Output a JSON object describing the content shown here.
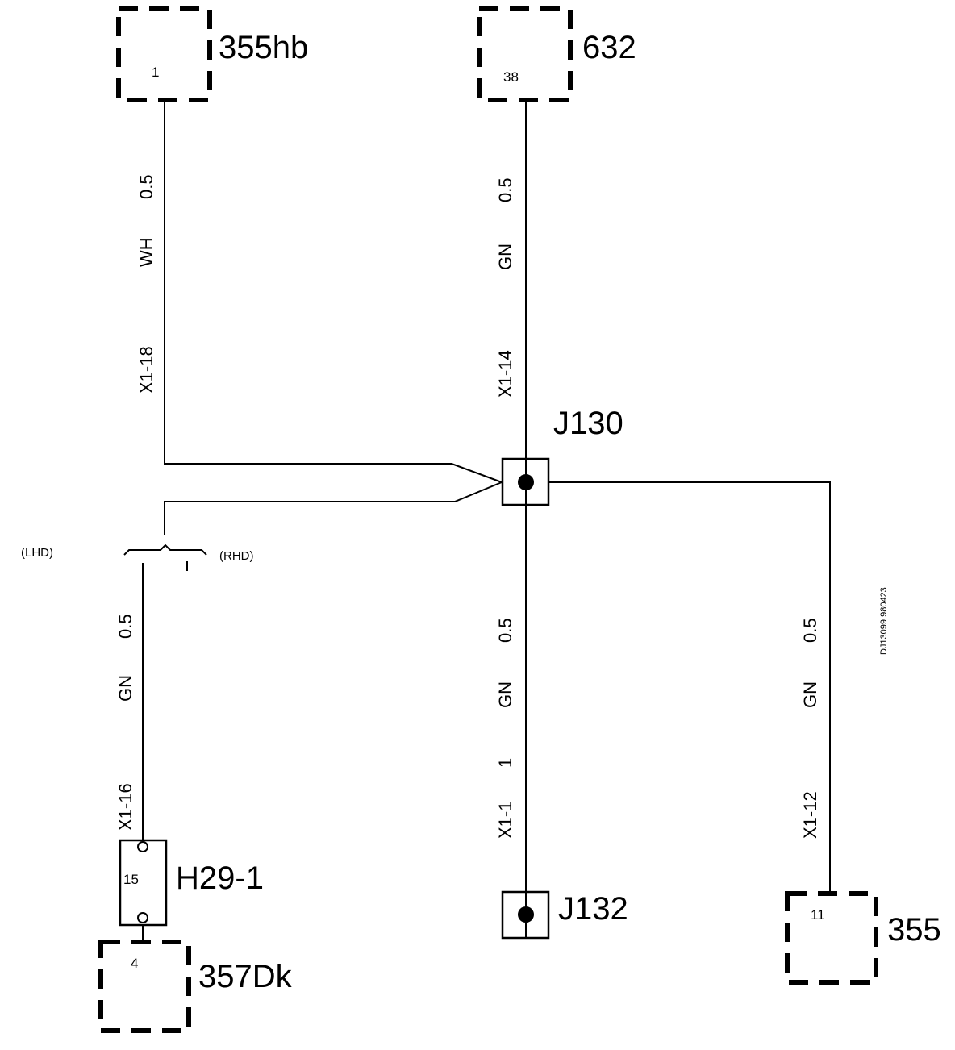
{
  "components": {
    "c355hb": {
      "name": "355hb",
      "pin": "1"
    },
    "c632": {
      "name": "632",
      "pin": "38"
    },
    "c355": {
      "name": "355",
      "pin": "11"
    },
    "c357dk": {
      "name": "357Dk",
      "pin": "4"
    },
    "h29_1": {
      "name": "H29-1",
      "pin": "15"
    },
    "j130": {
      "name": "J130"
    },
    "j132": {
      "name": "J132"
    }
  },
  "wires": {
    "w_355hb": {
      "size": "0.5",
      "color": "WH",
      "connector": "X1-18"
    },
    "w_632": {
      "size": "0.5",
      "color": "GN",
      "connector": "X1-14"
    },
    "w_j132": {
      "size": "0.5",
      "color": "GN",
      "connector": "X1-1",
      "pin": "1"
    },
    "w_355": {
      "size": "0.5",
      "color": "GN",
      "connector": "X1-12"
    },
    "w_h29": {
      "size": "0.5",
      "color": "GN",
      "connector": "X1-16"
    }
  },
  "variants": {
    "lhd": "(LHD)",
    "rhd": "(RHD)"
  },
  "drawing_ref": "DJ13099 980423"
}
